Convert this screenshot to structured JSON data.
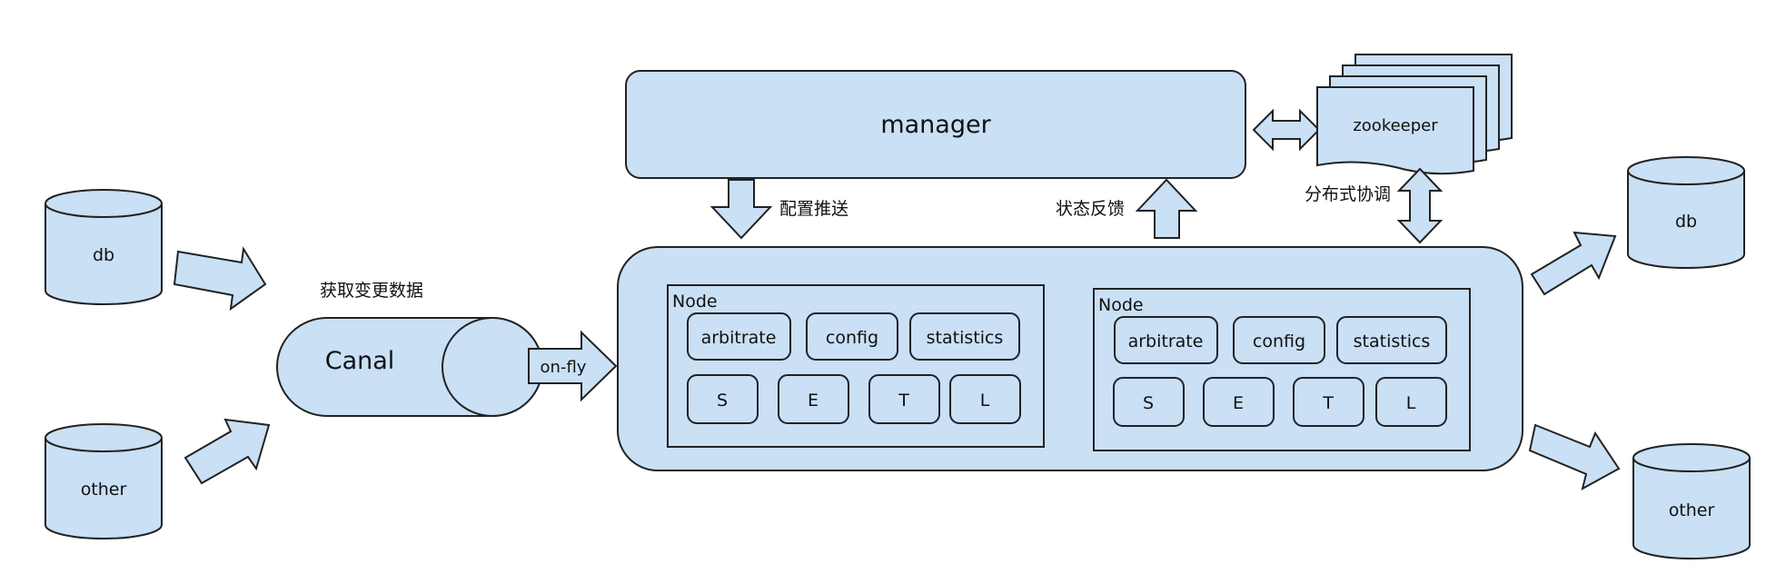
{
  "manager": {
    "label": "manager"
  },
  "zookeeper": {
    "label": "zookeeper"
  },
  "labels": {
    "config_push": "配置推送",
    "status_feedback": "状态反馈",
    "distributed_coordination": "分布式协调",
    "fetch_change_data": "获取变更数据",
    "on_fly": "on-fly"
  },
  "canal": {
    "label": "Canal"
  },
  "sources": [
    {
      "label": "db"
    },
    {
      "label": "other"
    }
  ],
  "targets": [
    {
      "label": "db"
    },
    {
      "label": "other"
    }
  ],
  "nodes": [
    {
      "title": "Node",
      "top_modules": [
        "arbitrate",
        "config",
        "statistics"
      ],
      "stages": [
        "S",
        "E",
        "T",
        "L"
      ]
    },
    {
      "title": "Node",
      "top_modules": [
        "arbitrate",
        "config",
        "statistics"
      ],
      "stages": [
        "S",
        "E",
        "T",
        "L"
      ]
    }
  ]
}
